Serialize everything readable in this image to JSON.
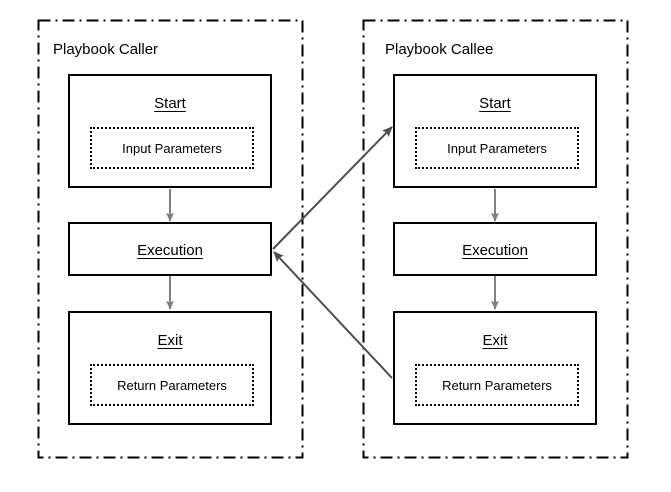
{
  "diagram": {
    "title_caller": "Playbook Caller",
    "title_callee": "Playbook Callee",
    "panels": [
      {
        "id": "caller",
        "title": "Playbook Caller",
        "nodes": [
          {
            "id": "caller-start",
            "title": "Start",
            "param": "Input Parameters"
          },
          {
            "id": "caller-execution",
            "title": "Execution",
            "param": null
          },
          {
            "id": "caller-exit",
            "title": "Exit",
            "param": "Return Parameters"
          }
        ]
      },
      {
        "id": "callee",
        "title": "Playbook Callee",
        "nodes": [
          {
            "id": "callee-start",
            "title": "Start",
            "param": "Input Parameters"
          },
          {
            "id": "callee-execution",
            "title": "Execution",
            "param": null
          },
          {
            "id": "callee-exit",
            "title": "Exit",
            "param": "Return Parameters"
          }
        ]
      }
    ],
    "nodes": {
      "caller_start_title": "Start",
      "caller_start_param": "Input Parameters",
      "caller_execution_title": "Execution",
      "caller_exit_title": "Exit",
      "caller_exit_param": "Return Parameters",
      "callee_start_title": "Start",
      "callee_start_param": "Input Parameters",
      "callee_execution_title": "Execution",
      "callee_exit_title": "Exit",
      "callee_exit_param": "Return Parameters"
    },
    "connectors": [
      {
        "id": "caller-start-to-execution",
        "from": "caller-start",
        "to": "caller-execution",
        "style": "vertical",
        "color": "#808080"
      },
      {
        "id": "caller-execution-to-exit",
        "from": "caller-execution",
        "to": "caller-exit",
        "style": "vertical",
        "color": "#808080"
      },
      {
        "id": "callee-start-to-execution",
        "from": "callee-start",
        "to": "callee-execution",
        "style": "vertical",
        "color": "#808080"
      },
      {
        "id": "callee-execution-to-exit",
        "from": "callee-execution",
        "to": "callee-exit",
        "style": "vertical",
        "color": "#808080"
      },
      {
        "id": "call-invoke",
        "from": "caller-execution",
        "to": "callee-start",
        "style": "diagonal",
        "color": "#4d4d4d"
      },
      {
        "id": "call-return",
        "from": "callee-exit",
        "to": "caller-execution",
        "style": "diagonal",
        "color": "#4d4d4d"
      }
    ],
    "colors": {
      "background": "#ffffff",
      "stroke": "#000000",
      "connector_vertical": "#808080",
      "connector_diagonal": "#4d4d4d",
      "panel_border": "#000000"
    }
  }
}
